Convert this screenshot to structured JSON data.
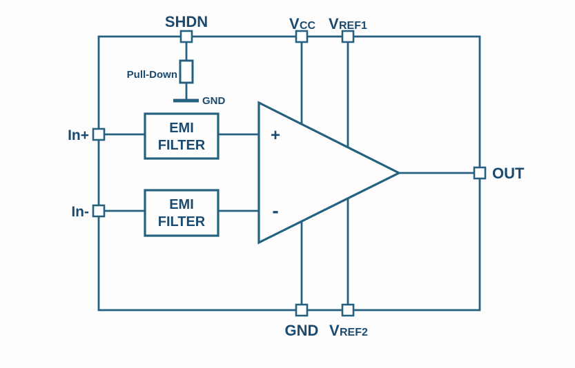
{
  "colors": {
    "line": "#24617f",
    "text": "#1a4a70",
    "background": "#fdfdfd",
    "pin-fill": "#ffffff"
  },
  "pins": {
    "shdn": {
      "label": "SHDN"
    },
    "vcc": {
      "main": "V",
      "sub": "CC"
    },
    "vref1": {
      "main": "V",
      "sub": "REF1"
    },
    "in_plus": {
      "label": "In+"
    },
    "in_minus": {
      "label": "In-"
    },
    "out": {
      "label": "OUT"
    },
    "gnd": {
      "label": "GND"
    },
    "vref2": {
      "main": "V",
      "sub": "REF2"
    }
  },
  "pulldown": {
    "label": "Pull-Down",
    "gnd_label": "GND"
  },
  "emi_filter_top": {
    "line1": "EMI",
    "line2": "FILTER"
  },
  "emi_filter_bottom": {
    "line1": "EMI",
    "line2": "FILTER"
  },
  "opamp": {
    "plus": "+",
    "minus": "-"
  }
}
